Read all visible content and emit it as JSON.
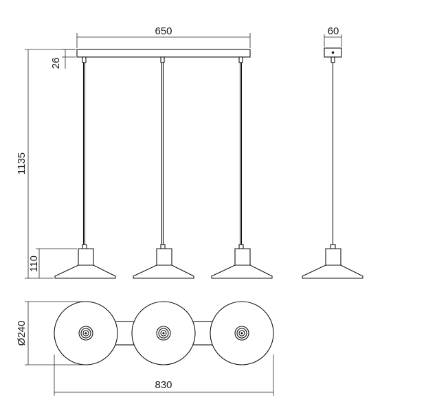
{
  "dimensions": {
    "bar_length": "650",
    "side_width": "60",
    "canopy_height": "26",
    "total_height": "1135",
    "shade_height": "110",
    "shade_diameter": "Ø240",
    "total_length": "830"
  },
  "colors": {
    "line": "#111111",
    "background": "#ffffff"
  }
}
